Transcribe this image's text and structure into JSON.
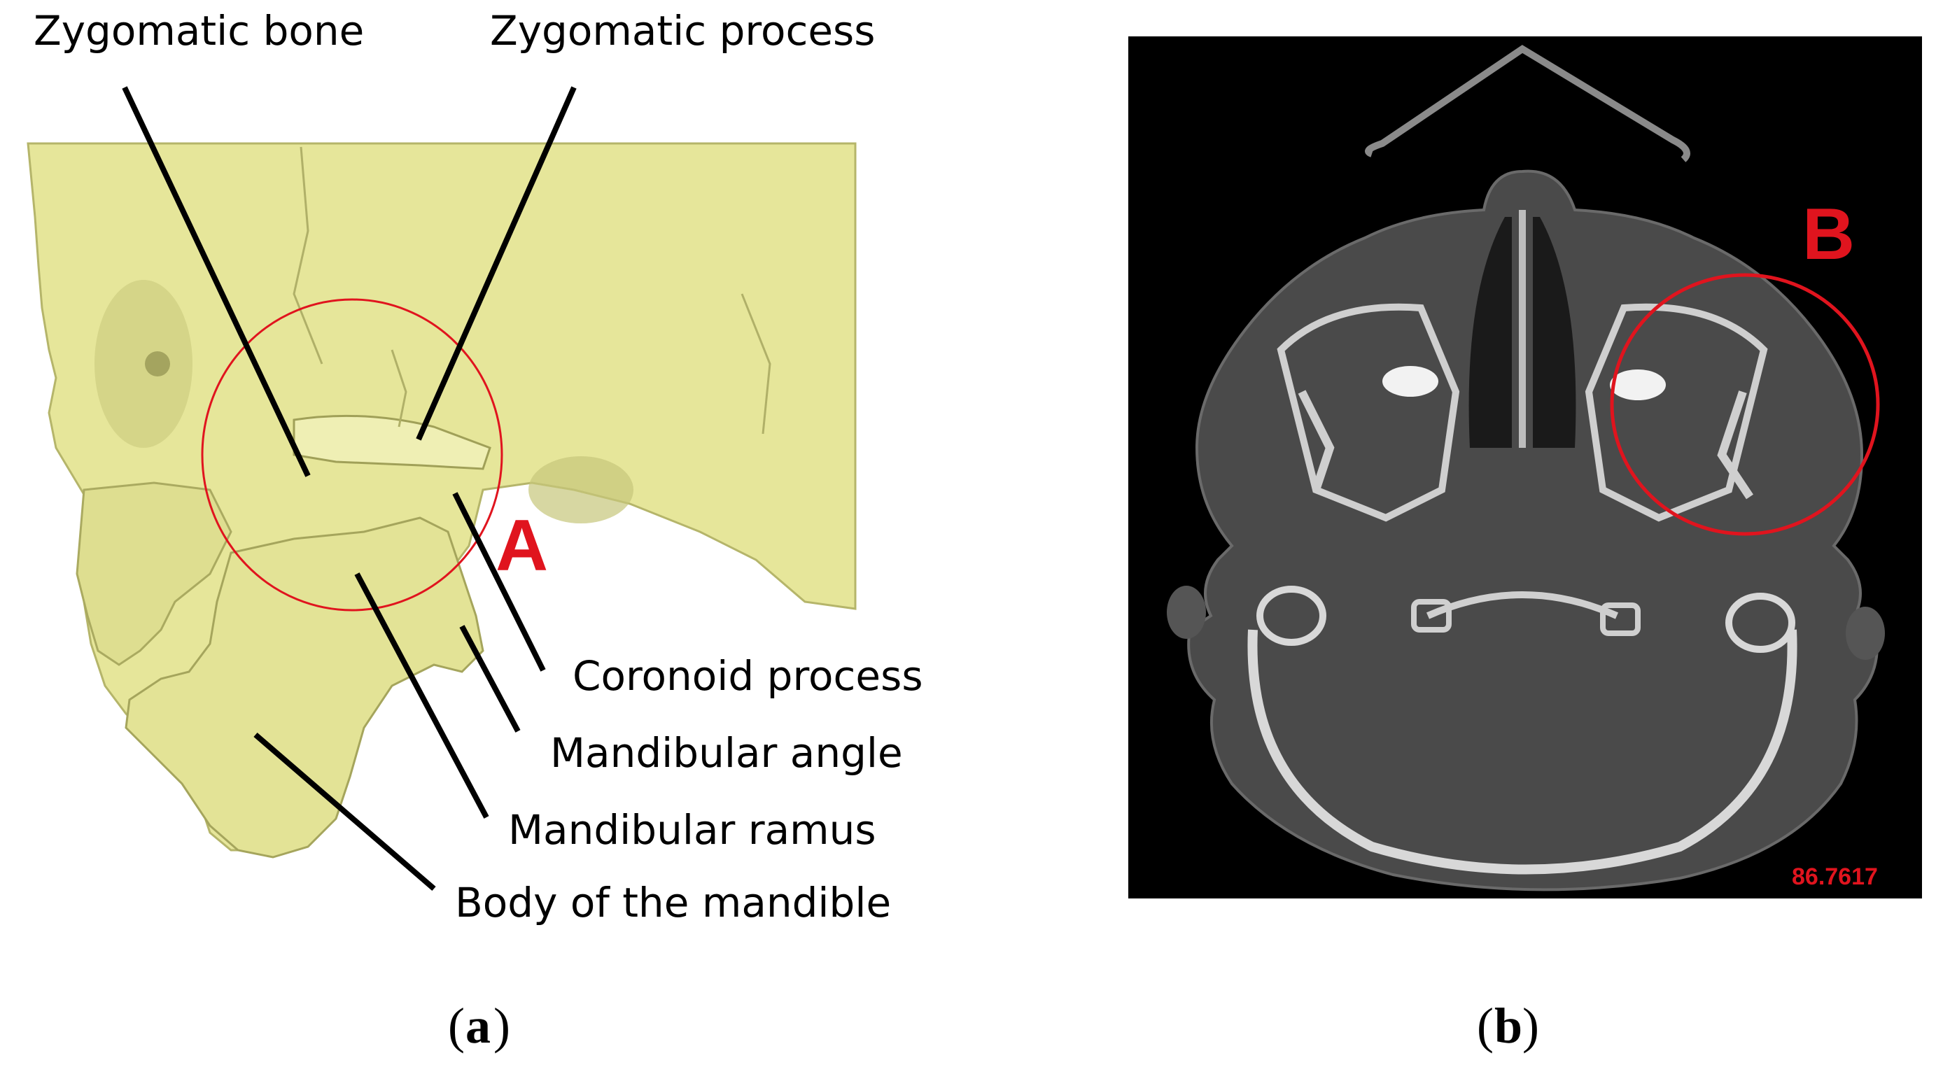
{
  "panel_a": {
    "labels": {
      "zygomatic_bone": "Zygomatic bone",
      "zygomatic_process": "Zygomatic process",
      "coronoid_process": "Coronoid process",
      "mandibular_angle": "Mandibular angle",
      "mandibular_ramus": "Mandibular ramus",
      "body_of_mandible": "Body of the mandible"
    },
    "region_letter": "A",
    "caption_letter": "a"
  },
  "panel_b": {
    "region_letter": "B",
    "scale_readout": "86.7617",
    "caption_letter": "b"
  },
  "colors": {
    "bone_model": "#e6e69a",
    "bone_shadow": "#c6c67a",
    "ct_background": "#000000",
    "ct_soft_tissue": "#4a4a4a",
    "ct_bone": "#cfcfcf",
    "highlight_red": "#e0141e"
  }
}
